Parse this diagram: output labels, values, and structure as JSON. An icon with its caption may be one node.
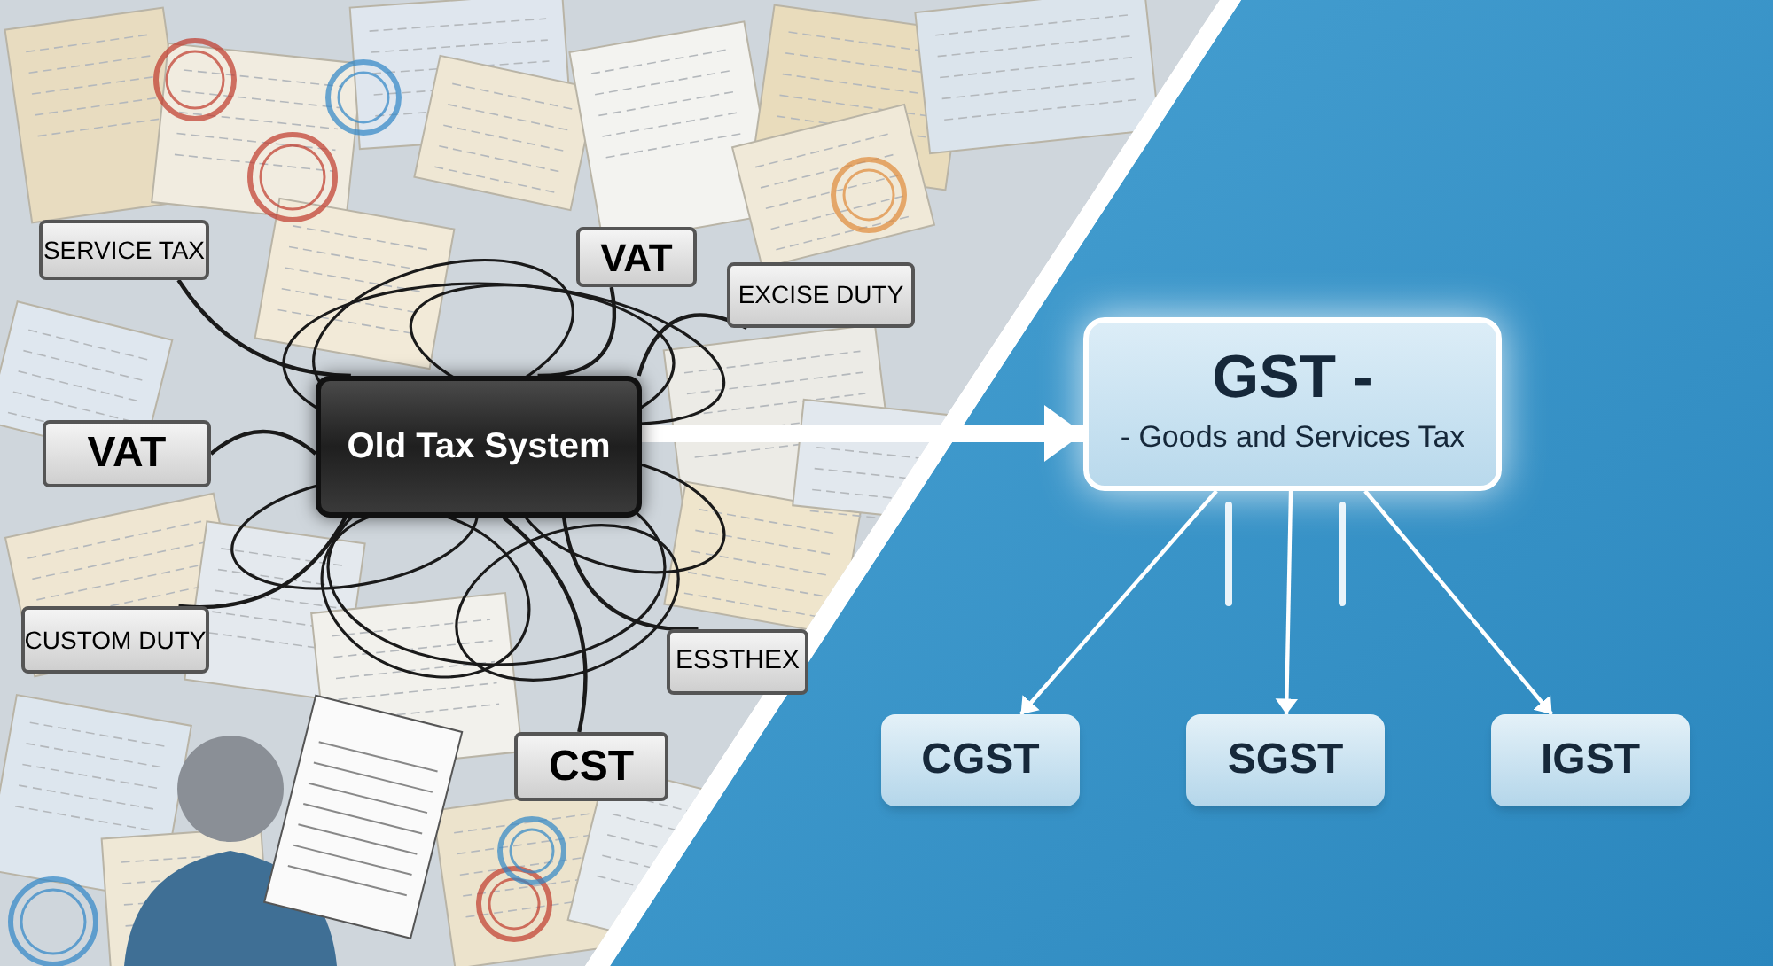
{
  "diagram": {
    "nodes": [
      {
        "text": [
          "SERVICE TAX"
        ]
      },
      {
        "text": [
          "VAT"
        ]
      },
      {
        "text": [
          "EXCISE DUTY"
        ]
      },
      {
        "text": [
          "VAT"
        ]
      },
      {
        "text": [
          "Old Tax System"
        ]
      },
      {
        "text": [
          "CUSTOM DUTY"
        ]
      },
      {
        "text": [
          "ESSTHEX"
        ]
      },
      {
        "text": [
          "CST"
        ]
      },
      {
        "text": [
          "GST -",
          "- Goods and Services Tax"
        ]
      },
      {
        "text": [
          "CGST"
        ]
      },
      {
        "text": [
          "SGST"
        ]
      },
      {
        "text": [
          "IGST"
        ]
      }
    ],
    "edges": [
      {
        "from": 0,
        "to": 4,
        "arrow": "none"
      },
      {
        "from": 1,
        "to": 4,
        "arrow": "none"
      },
      {
        "from": 2,
        "to": 4,
        "arrow": "none"
      },
      {
        "from": 3,
        "to": 4,
        "arrow": "none"
      },
      {
        "from": 5,
        "to": 4,
        "arrow": "none"
      },
      {
        "from": 6,
        "to": 4,
        "arrow": "none"
      },
      {
        "from": 7,
        "to": 4,
        "arrow": "none"
      },
      {
        "from": 4,
        "to": 8,
        "arrow": "to",
        "style": "thick",
        "color": "#ffffff"
      },
      {
        "from": 8,
        "to": 9,
        "arrow": "to",
        "color": "#ffffff"
      },
      {
        "from": 8,
        "to": 10,
        "arrow": "to",
        "color": "#ffffff"
      },
      {
        "from": 8,
        "to": 11,
        "arrow": "to",
        "color": "#ffffff"
      }
    ]
  }
}
